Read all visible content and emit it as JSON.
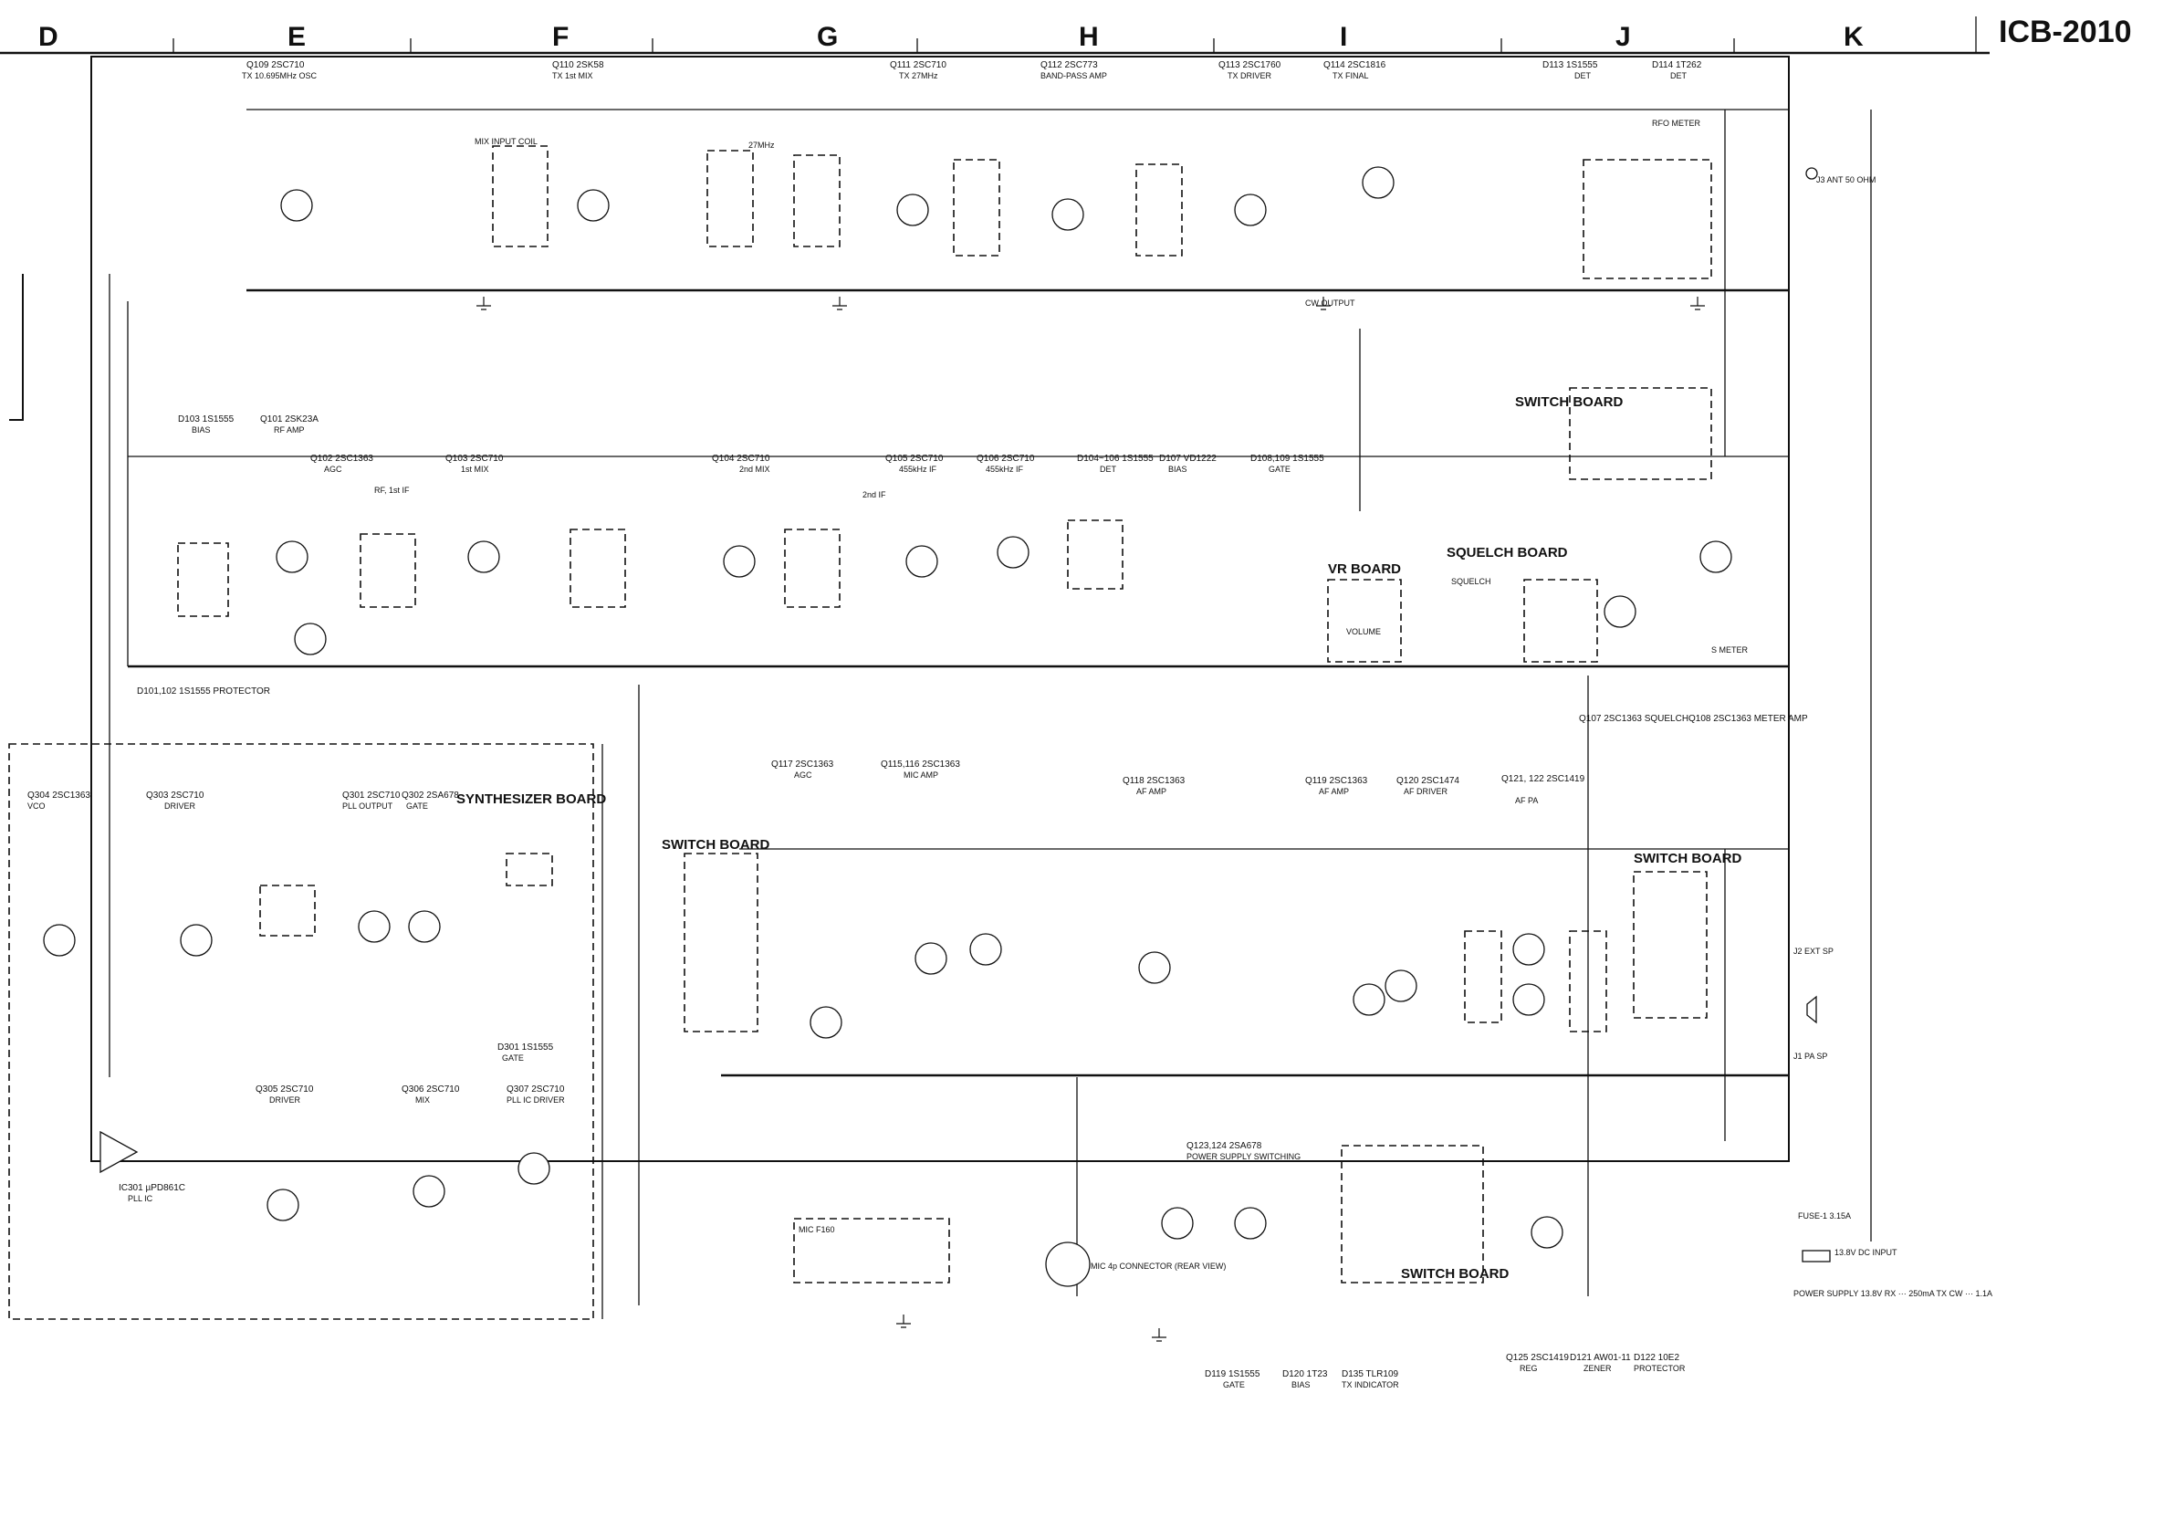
{
  "model_code": "ICB-2010",
  "grid_columns": [
    "D",
    "E",
    "F",
    "G",
    "H",
    "I",
    "J",
    "K"
  ],
  "stages": {
    "tx_top": [
      {
        "ref": "Q109 2SC710",
        "desc": "TX 10.695MHz OSC"
      },
      {
        "ref": "Q110 2SK58",
        "desc": "TX 1st MIX"
      },
      {
        "ref": "Q111 2SC710",
        "desc": "TX 27MHz"
      },
      {
        "ref": "Q112 2SC773",
        "desc": "BAND-PASS AMP"
      },
      {
        "ref": "Q113 2SC1760",
        "desc": "TX DRIVER"
      },
      {
        "ref": "Q114 2SC1816",
        "desc": "TX FINAL"
      },
      {
        "ref": "D113 1S1555",
        "desc": "DET"
      },
      {
        "ref": "D114 1T262",
        "desc": "DET"
      }
    ],
    "rx_mid": [
      {
        "ref": "D103 1S1555",
        "desc": "BIAS"
      },
      {
        "ref": "Q101 2SK23A",
        "desc": "RF AMP"
      },
      {
        "ref": "Q102 2SC1363",
        "desc": "AGC"
      },
      {
        "ref": "Q103 2SC710",
        "desc": "1st MIX"
      },
      {
        "ref": "Q104 2SC710",
        "desc": "2nd MIX"
      },
      {
        "ref": "Q105 2SC710",
        "desc": "455kHz IF"
      },
      {
        "ref": "Q106 2SC710",
        "desc": "455kHz IF"
      },
      {
        "ref": "D104~106 1S1555",
        "desc": "DET"
      },
      {
        "ref": "D107 VD1222",
        "desc": "BIAS"
      },
      {
        "ref": "D108,109 1S1555",
        "desc": "GATE"
      }
    ],
    "af_low": [
      {
        "ref": "Q117 2SC1363",
        "desc": "AGC"
      },
      {
        "ref": "Q115,116 2SC1363",
        "desc": "MIC AMP"
      },
      {
        "ref": "Q118 2SC1363",
        "desc": "AF AMP"
      },
      {
        "ref": "Q119 2SC1363",
        "desc": "AF AMP"
      },
      {
        "ref": "Q120 2SC1474",
        "desc": "AF DRIVER"
      },
      {
        "ref": "Q121, 122 2SC1419",
        "desc": "AF PA"
      }
    ],
    "synth": [
      {
        "ref": "Q304 2SC1363",
        "desc": "VCO"
      },
      {
        "ref": "Q303 2SC710",
        "desc": "DRIVER"
      },
      {
        "ref": "Q301 2SC710",
        "desc": "PLL OUTPUT"
      },
      {
        "ref": "Q302 2SA678",
        "desc": "GATE"
      },
      {
        "ref": "Q305 2SC710",
        "desc": "DRIVER"
      },
      {
        "ref": "Q306 2SC710",
        "desc": "MIX"
      },
      {
        "ref": "Q307 2SC710",
        "desc": "PLL IC DRIVER"
      },
      {
        "ref": "IC301 µPD861C",
        "desc": "PLL IC"
      },
      {
        "ref": "D301 1S1555",
        "desc": "GATE"
      }
    ],
    "power": [
      {
        "ref": "Q123,124 2SA678",
        "desc": "POWER SUPPLY SWITCHING"
      },
      {
        "ref": "Q125 2SC1419",
        "desc": "REG"
      },
      {
        "ref": "D121 AW01-11",
        "desc": "ZENER"
      },
      {
        "ref": "D122 10E2",
        "desc": "PROTECTOR"
      },
      {
        "ref": "D119 1S1555",
        "desc": "GATE"
      },
      {
        "ref": "D120 1T23",
        "desc": "BIAS"
      },
      {
        "ref": "D135 TLR109",
        "desc": "TX INDICATOR"
      }
    ]
  },
  "boards": {
    "switch": "SWITCH BOARD",
    "synth": "SYNTHESIZER BOARD",
    "vr": "VR BOARD",
    "squelch": "SQUELCH BOARD"
  },
  "boxed_labels": {
    "mix_input_coil": "MIX INPUT COIL",
    "ifl_27mhz": "27MHz",
    "rfo_meter": "RFO METER",
    "rf_1st_if": "RF, 1st IF",
    "if_2nd": "2nd IF",
    "cw_output": "CW OUTPUT",
    "squelch": "SQUELCH",
    "volume": "VOLUME",
    "s_meter": "S METER"
  },
  "notes": {
    "protector": "D101,102 1S1555 PROTECTOR",
    "q107": "Q107 2SC1363 SQUELCH",
    "q108": "Q108 2SC1363 METER AMP",
    "antenna": "J3 ANT 50 OHM",
    "ext_sp": "J2 EXT SP",
    "pa_sp": "J1 PA SP",
    "fuse": "FUSE-1 3.15A",
    "dc_input": "13.8V DC INPUT",
    "power_supply": "POWER SUPPLY 13.8V RX ··· 250mA TX CW ··· 1.1A",
    "mic": "MIC F160",
    "mic_connector": "MIC 4p CONNECTOR (REAR VIEW)"
  }
}
